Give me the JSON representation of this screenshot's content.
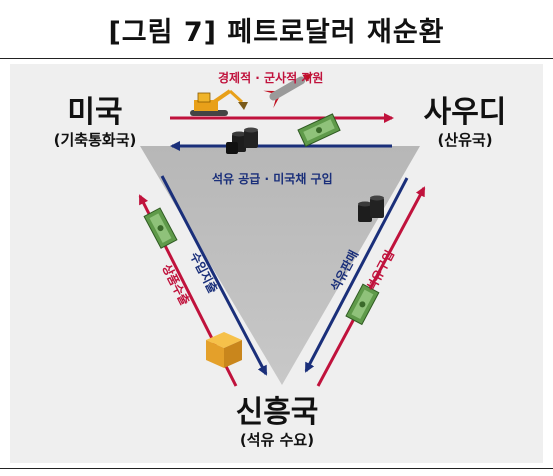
{
  "figure": {
    "title": "[그림 7] 페트로달러 재순환"
  },
  "nodes": {
    "usa": {
      "name": "미국",
      "sub": "(기축통화국)"
    },
    "saudi": {
      "name": "사우디",
      "sub": "(산유국)"
    },
    "emerging": {
      "name": "신흥국",
      "sub": "(석유 수요)"
    }
  },
  "flows": {
    "usa_to_saudi": "경제적 · 군사적 지원",
    "saudi_to_usa": "석유 공급 · 미국채 구입",
    "usa_to_emerging": "수입지출",
    "emerging_to_usa": "상품수출",
    "saudi_to_emerging": "석유판매",
    "emerging_to_saudi": "석유구입"
  },
  "colors": {
    "red_arrow": "#c0123c",
    "blue_arrow": "#1a2f7a",
    "triangle": "#b9b9b9",
    "background": "#efefef"
  },
  "icons": [
    "excavator-icon",
    "missile-icon",
    "oil-barrel-icon",
    "cash-stack-icon",
    "cardboard-box-icon"
  ]
}
